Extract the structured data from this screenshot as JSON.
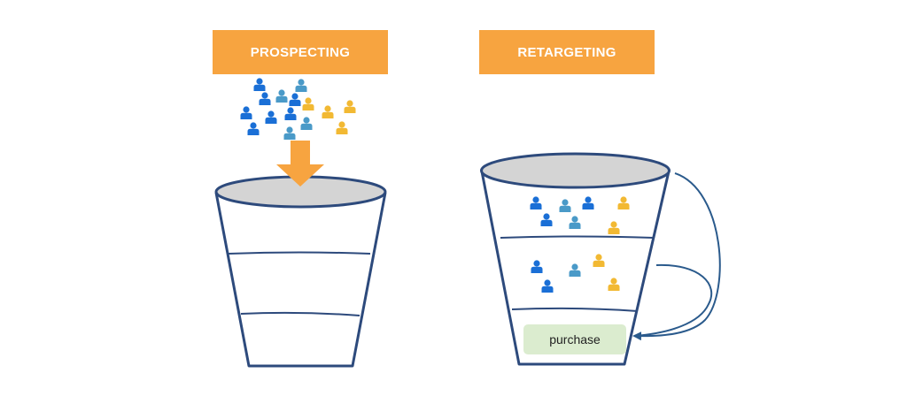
{
  "labels": {
    "prospecting": "PROSPECTING",
    "retargeting": "RETARGETING"
  },
  "purchase_label": "purchase",
  "colors": {
    "label_bg": "#f7a440",
    "label_text": "#ffffff",
    "bucket_stroke": "#2d4a7c",
    "bucket_rim_fill": "#d4d4d4",
    "arrow": "#f7a440",
    "person_blue": "#1a6fd6",
    "person_teal": "#4a9ac8",
    "person_yellow": "#f2b933",
    "purchase_bg": "#dbeccf",
    "curve": "#2a5a8c"
  },
  "icons": [
    "person-icon",
    "down-arrow-icon",
    "curved-arrow-icon"
  ]
}
